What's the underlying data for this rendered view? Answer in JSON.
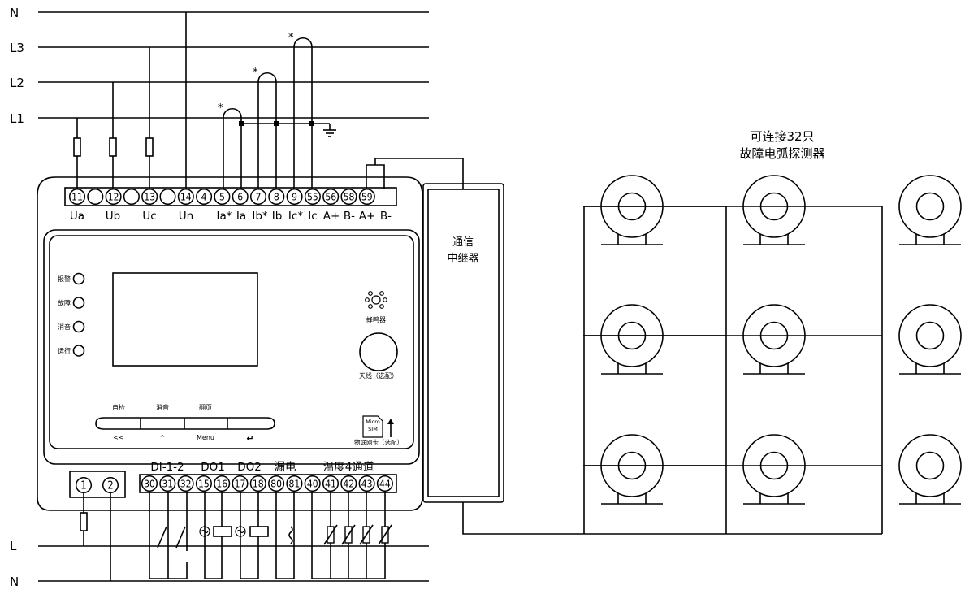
{
  "phases": [
    "N",
    "L3",
    "L2",
    "L1"
  ],
  "supply": [
    "L",
    "N"
  ],
  "top_terminals": [
    "11",
    "12",
    "13",
    "14",
    "4",
    "5",
    "6",
    "7",
    "8",
    "9",
    "55",
    "56",
    "58",
    "59"
  ],
  "top_labels": [
    "Ua",
    "Ub",
    "Uc",
    "Un",
    "Ia*",
    "Ia",
    "Ib*",
    "Ib",
    "Ic*",
    "Ic",
    "A+",
    "B-",
    "A+",
    "B-"
  ],
  "power_terminals": [
    "1",
    "2"
  ],
  "bottom_terminals": [
    "30",
    "31",
    "32",
    "15",
    "16",
    "17",
    "18",
    "80",
    "81",
    "40",
    "41",
    "42",
    "43",
    "44"
  ],
  "bottom_groups": [
    "DI-1-2",
    "DO1",
    "DO2",
    "漏电",
    "温度4通道"
  ],
  "indicators": [
    "报警",
    "故障",
    "消音",
    "运行"
  ],
  "button_top_labels": [
    "自检",
    "消音",
    "翻页"
  ],
  "button_bottom_labels": [
    "<<",
    "^",
    "Menu",
    "↵"
  ],
  "buzzer_label": "蜂鸣器",
  "antenna_label": "天线（选配）",
  "sim": {
    "line1": "Micro",
    "line2": "SIM",
    "caption": "物联网卡（选配）"
  },
  "ct_mark": "*",
  "repeater": {
    "line1": "通信",
    "line2": "中继器"
  },
  "detector_note": {
    "line1": "可连接32只",
    "line2": "故障电弧探测器"
  }
}
